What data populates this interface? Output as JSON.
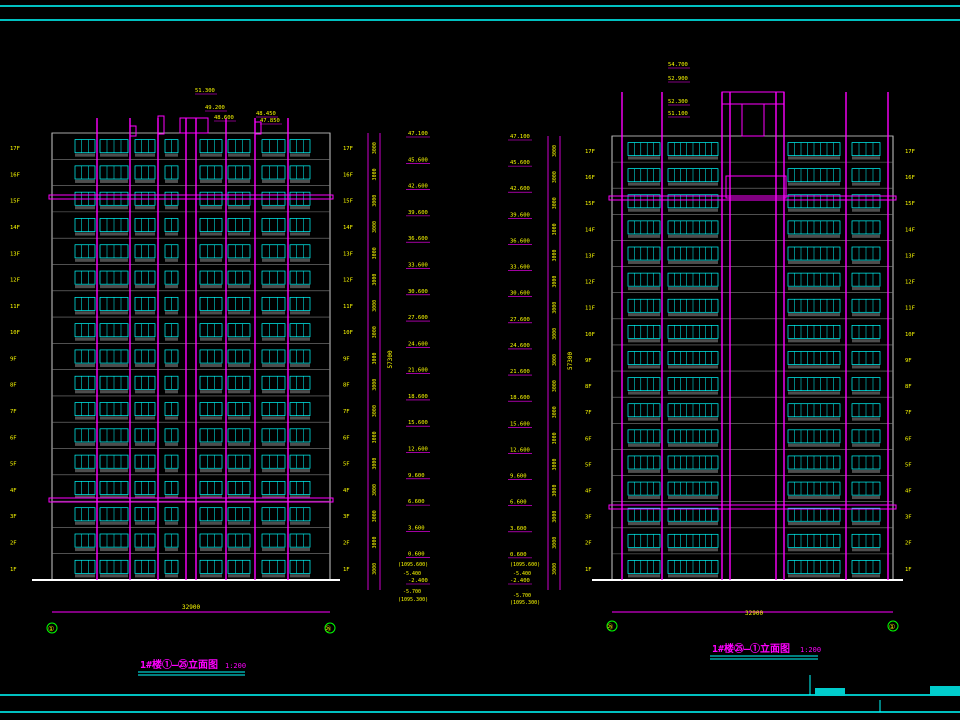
{
  "colors": {
    "background": "#000000",
    "frame": "#00ffff",
    "structure": "#ff00ff",
    "window": "#00ffff",
    "wall": "#ffffff",
    "label": "#ffff00",
    "grey": "#808080",
    "green": "#00ff00"
  },
  "left_elevation": {
    "title": "1#楼①—㉕立面图",
    "scale": "1:200",
    "total_dim": "32900",
    "axis_left": "①",
    "axis_right": "㉕",
    "floor_labels": [
      "17F",
      "16F",
      "15F",
      "14F",
      "13F",
      "12F",
      "11F",
      "10F",
      "9F",
      "8F",
      "7F",
      "6F",
      "5F",
      "4F",
      "3F",
      "2F",
      "1F"
    ],
    "elevations": [
      "47.100",
      "45.600",
      "42.600",
      "39.600",
      "36.600",
      "33.600",
      "30.600",
      "27.600",
      "24.600",
      "21.600",
      "18.600",
      "15.600",
      "12.600",
      "9.600",
      "6.600",
      "3.600",
      "0.600",
      "-2.400"
    ],
    "top_elevations": [
      "51.300",
      "49.200",
      "48.600",
      "48.450",
      "47.850"
    ],
    "bottom_elevations": [
      "(1095.600)",
      "-5.400",
      "-5.700",
      "(1095.300)"
    ],
    "total_height": "57300",
    "floor_dim": "3000"
  },
  "right_elevation": {
    "title": "1#楼㉕—①立面图",
    "scale": "1:200",
    "total_dim": "32900",
    "axis_left": "㉕",
    "axis_right": "①",
    "floor_labels": [
      "17F",
      "16F",
      "15F",
      "14F",
      "13F",
      "12F",
      "11F",
      "10F",
      "9F",
      "8F",
      "7F",
      "6F",
      "5F",
      "4F",
      "3F",
      "2F",
      "1F"
    ],
    "elevations": [
      "47.100",
      "45.600",
      "42.600",
      "39.600",
      "36.600",
      "33.600",
      "30.600",
      "27.600",
      "24.600",
      "21.600",
      "18.600",
      "15.600",
      "12.600",
      "9.600",
      "6.600",
      "3.600",
      "0.600",
      "-2.400"
    ],
    "top_elevations": [
      "54.700",
      "52.900",
      "52.300",
      "51.100"
    ],
    "bottom_elevations": [
      "(1095.600)",
      "-5.400",
      "-5.700",
      "(1095.300)"
    ],
    "total_height": "57300",
    "floor_dim": "3000"
  }
}
